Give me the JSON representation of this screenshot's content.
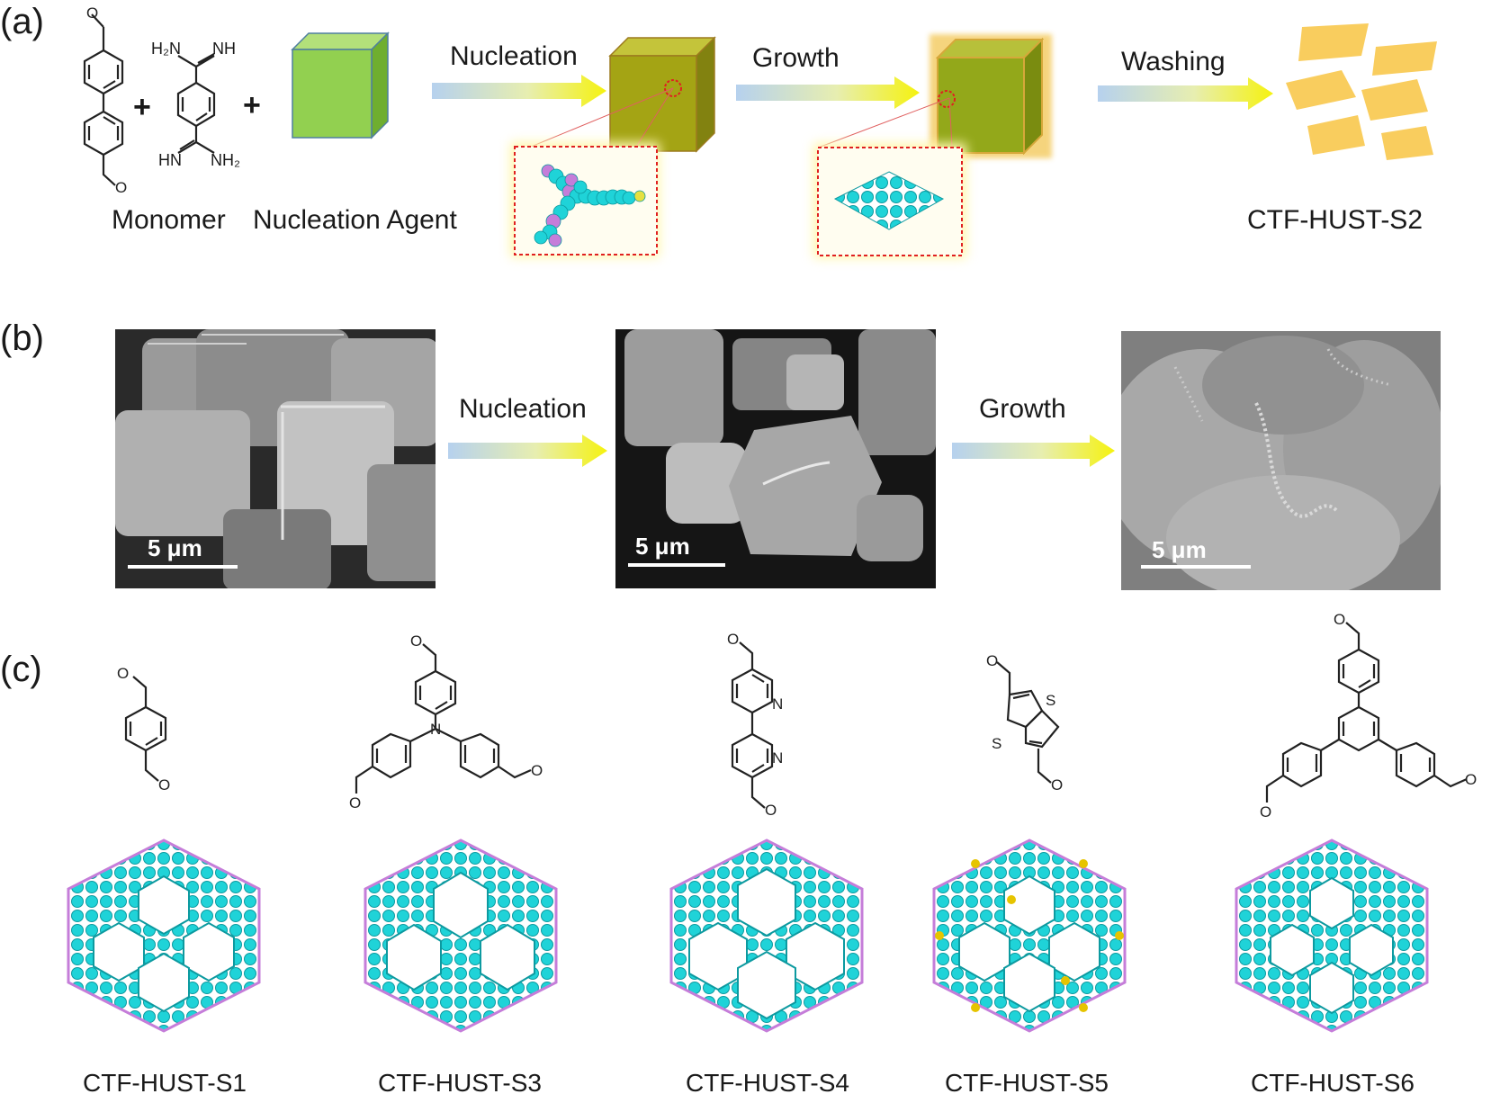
{
  "panels": {
    "a": "(a)",
    "b": "(b)",
    "c": "(c)"
  },
  "panel_a": {
    "monomer_label": "Monomer",
    "agent_label": "Nucleation Agent",
    "plus_sign": "+",
    "amidine_labels": {
      "top_left": "H₂N",
      "top_right": "NH",
      "bottom_left": "HN",
      "bottom_right": "NH₂"
    },
    "step1": "Nucleation",
    "step2": "Growth",
    "step3": "Washing",
    "product": "CTF-HUST-S2"
  },
  "panel_b": {
    "step1": "Nucleation",
    "step2": "Growth",
    "scale_bar": "5 μm"
  },
  "panel_c": {
    "captions": [
      "CTF-HUST-S1",
      "CTF-HUST-S3",
      "CTF-HUST-S4",
      "CTF-HUST-S5",
      "CTF-HUST-S6"
    ],
    "atom_labels": {
      "oxygen": "O",
      "nitrogen": "N",
      "sulfur": "S"
    }
  },
  "colors": {
    "arrow_start": "#b6d1ee",
    "arrow_end": "#f5f20e",
    "cube_green": "#92d050",
    "cube_olive": "#a4a414",
    "flake_yellow": "#f9cd5e",
    "framework_cyan": "#1fd3d8",
    "framework_violet": "#c57dd9",
    "sulfur_yellow": "#e6c400"
  }
}
